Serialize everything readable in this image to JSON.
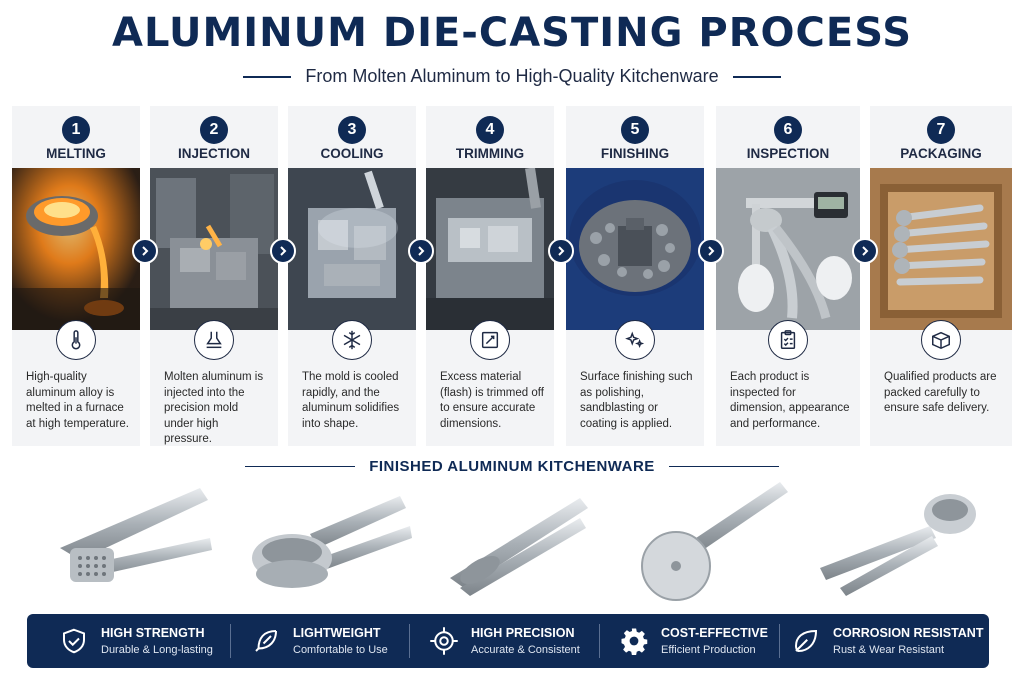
{
  "header": {
    "title": "ALUMINUM DIE-CASTING PROCESS",
    "subtitle": "From Molten Aluminum to High-Quality Kitchenware"
  },
  "steps": [
    {
      "number": "1",
      "name": "MELTING",
      "icon": "thermometer-icon",
      "description": "High-quality aluminum alloy is melted in a furnace at high temperature."
    },
    {
      "number": "2",
      "name": "INJECTION",
      "icon": "injection-mold-icon",
      "description": "Molten aluminum is injected into the precision mold under high pressure."
    },
    {
      "number": "3",
      "name": "COOLING",
      "icon": "snowflake-icon",
      "description": "The mold is cooled rapidly, and the aluminum solidifies into shape."
    },
    {
      "number": "4",
      "name": "TRIMMING",
      "icon": "trim-icon",
      "description": "Excess material (flash) is trimmed off to ensure accurate dimensions."
    },
    {
      "number": "5",
      "name": "FINISHING",
      "icon": "sparkle-icon",
      "description": "Surface finishing such as polishing, sandblasting or coating is applied."
    },
    {
      "number": "6",
      "name": "INSPECTION",
      "icon": "clipboard-check-icon",
      "description": "Each product is inspected for dimension, appearance and performance."
    },
    {
      "number": "7",
      "name": "PACKAGING",
      "icon": "box-icon",
      "description": "Qualified products are packed carefully to ensure safe delivery."
    }
  ],
  "finished": {
    "title": "FINISHED ALUMINUM KITCHENWARE",
    "products": [
      "garlic-press",
      "lemon-squeezer",
      "nutcracker",
      "pizza-cutter",
      "ice-cream-scoop"
    ]
  },
  "features": [
    {
      "icon": "shield-check-icon",
      "title": "HIGH STRENGTH",
      "subtitle": "Durable & Long-lasting"
    },
    {
      "icon": "feather-icon",
      "title": "LIGHTWEIGHT",
      "subtitle": "Comfortable to Use"
    },
    {
      "icon": "target-icon",
      "title": "HIGH PRECISION",
      "subtitle": "Accurate & Consistent"
    },
    {
      "icon": "gear-icon",
      "title": "COST-EFFECTIVE",
      "subtitle": "Efficient Production"
    },
    {
      "icon": "leaf-icon",
      "title": "CORROSION RESISTANT",
      "subtitle": "Rust & Wear Resistant"
    }
  ],
  "colors": {
    "navy": "#0f2a55",
    "panel": "#f3f4f6",
    "molten": "#ff8a1a"
  }
}
